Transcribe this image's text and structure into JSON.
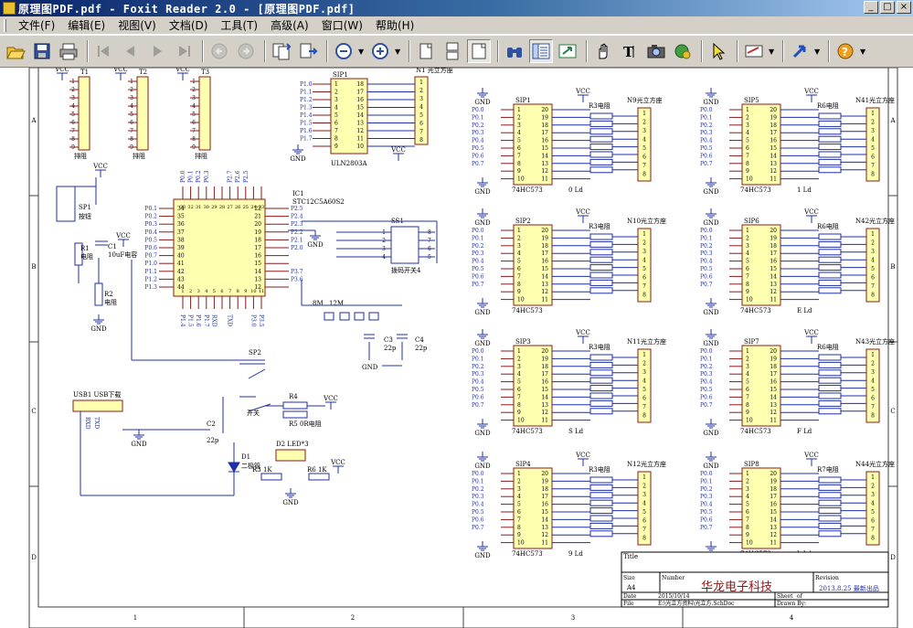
{
  "window": {
    "title": "原理图PDF.pdf - Foxit Reader 2.0 - [原理图PDF.pdf]"
  },
  "menu": [
    "文件(F)",
    "编辑(E)",
    "视图(V)",
    "文档(D)",
    "工具(T)",
    "高级(A)",
    "窗口(W)",
    "帮助(H)"
  ],
  "toolbar_icons": [
    "open-icon",
    "save-icon",
    "print-icon",
    "first-page-icon",
    "prev-page-icon",
    "next-page-icon",
    "last-page-icon",
    "back-icon",
    "forward-icon",
    "copy-page-icon",
    "extract-page-icon",
    "zoom-out-icon",
    "zoom-in-icon",
    "single-page-icon",
    "continuous-icon",
    "facing-icon",
    "binoculars-icon",
    "bookmark-panel-icon",
    "fit-page-icon",
    "hand-tool-icon",
    "text-select-icon",
    "snapshot-icon",
    "image-tool-icon",
    "select-arrow-icon",
    "form-tool-icon",
    "link-tool-icon",
    "help-icon"
  ],
  "schematic": {
    "frame_cols": [
      "1",
      "2",
      "3",
      "4"
    ],
    "frame_rows": [
      "A",
      "B",
      "C",
      "D"
    ],
    "headers_T": [
      "T1",
      "T2",
      "T3"
    ],
    "header_T_caption": "排阻",
    "header_T_pins": [
      "1",
      "2",
      "3",
      "4",
      "5",
      "6",
      "7",
      "8",
      "9"
    ],
    "header_T_left_labels": [
      "P0.0",
      "P0.1",
      "P0.2",
      "P0.3",
      "P0.4",
      "P0.5",
      "P0.6",
      "P0.7"
    ],
    "vcc": "VCC",
    "gnd": "GND",
    "sip1": {
      "name": "SIP1",
      "part": "ULN2803A",
      "left": [
        "P1.0",
        "P1.1",
        "P1.2",
        "P1.3",
        "P1.4",
        "P1.5",
        "P1.6",
        "P1.7"
      ],
      "left_pins": [
        "1",
        "2",
        "3",
        "4",
        "5",
        "6",
        "7",
        "8",
        "9"
      ],
      "right_pins": [
        "18",
        "17",
        "16",
        "15",
        "14",
        "13",
        "12",
        "11",
        "10"
      ]
    },
    "n1": {
      "name": "N1",
      "caption": "光立方座",
      "pins": [
        "1",
        "2",
        "3",
        "4",
        "5",
        "6",
        "7",
        "8"
      ]
    },
    "sp1": {
      "name": "SP1",
      "caption": "按钮"
    },
    "r1": {
      "name": "R1",
      "caption": "电阻"
    },
    "r2": {
      "name": "R2",
      "caption": "电阻"
    },
    "c1": {
      "name": "C1",
      "caption": "10uF电容"
    },
    "ic1": {
      "name": "IC1",
      "part": "STC12C5A60S2",
      "left_pins": [
        "34",
        "35",
        "36",
        "37",
        "38",
        "39",
        "40",
        "41",
        "42",
        "43",
        "44"
      ],
      "left_labels": [
        "P0.1",
        "P0.2",
        "P0.3",
        "P0.4",
        "P0.5",
        "P0.6",
        "P0.7",
        "P1.0",
        "P1.1",
        "P1.2",
        "P1.3"
      ],
      "right_pins": [
        "22",
        "21",
        "20",
        "19",
        "18",
        "17",
        "16",
        "15",
        "14",
        "13",
        "12"
      ],
      "right_labels": [
        "P2.5",
        "P2.4",
        "P2.3",
        "P2.2",
        "P2.1",
        "P2.0",
        "",
        "",
        "P3.7",
        "P3.6",
        ""
      ],
      "top_pins": [
        "33",
        "32",
        "31",
        "30",
        "29",
        "28",
        "27",
        "26",
        "25",
        "24",
        "23"
      ],
      "top_labels": [
        "P0.0",
        "P0.1",
        "P0.2",
        "P0.3",
        "",
        "",
        "P2.7",
        "P2.6",
        "P2.5"
      ],
      "bottom_pins": [
        "1",
        "2",
        "3",
        "4",
        "5",
        "6",
        "7",
        "8",
        "9",
        "10",
        "11"
      ],
      "bottom_labels": [
        "P1.4",
        "P1.5",
        "P1.6",
        "P1.7",
        "RXD",
        "",
        "TXD",
        "",
        "",
        "P3.0",
        "P3.5"
      ]
    },
    "ss1": {
      "name": "SS1",
      "caption": "拨码开关4",
      "pins_l": [
        "1",
        "2",
        "3",
        "4"
      ],
      "pins_r": [
        "8",
        "7",
        "6",
        "5"
      ]
    },
    "crystals": [
      "8M",
      "12M"
    ],
    "c3": {
      "name": "C3",
      "value": "22p"
    },
    "c4": {
      "name": "C4",
      "value": "22p"
    },
    "sp2": {
      "name": "SP2",
      "caption": "开关"
    },
    "r4": {
      "name": "R4"
    },
    "r5": {
      "name": "R5",
      "caption": "0R电阻"
    },
    "usb": {
      "name": "USB1",
      "caption": "USB下载",
      "pins": [
        "RXD",
        "TXD"
      ]
    },
    "c2": {
      "name": "C2",
      "value": "22p"
    },
    "d1": {
      "name": "D1",
      "caption": "二极管"
    },
    "d2": {
      "name": "D2",
      "caption": "LED*3"
    },
    "r3": {
      "name": "R3",
      "value": "1K"
    },
    "r6": {
      "name": "R6",
      "value": "1K"
    },
    "sip_modules": [
      {
        "sip": "SIP1",
        "r": "R3电阻",
        "n": "N9",
        "ncap": "光立方座",
        "extra": "0 Ld"
      },
      {
        "sip": "SIP5",
        "r": "R6电阻",
        "n": "N41",
        "ncap": "光立方座",
        "extra": "1 Ld"
      },
      {
        "sip": "SIP2",
        "r": "R3电阻",
        "n": "N10",
        "ncap": "光立方座",
        "extra": ""
      },
      {
        "sip": "SIP6",
        "r": "R6电阻",
        "n": "N42",
        "ncap": "光立方座",
        "extra": "E Ld"
      },
      {
        "sip": "SIP3",
        "r": "R3电阻",
        "n": "N11",
        "ncap": "光立方座",
        "extra": "S Ld"
      },
      {
        "sip": "SIP7",
        "r": "R6电阻",
        "n": "N43",
        "ncap": "光立方座",
        "extra": "F Ld"
      },
      {
        "sip": "SIP4",
        "r": "R3电阻",
        "n": "N12",
        "ncap": "光立方座",
        "extra": "9 Ld"
      },
      {
        "sip": "SIP8",
        "r": "R7电阻",
        "n": "N44",
        "ncap": "光立方座",
        "extra": "L Ld"
      }
    ],
    "sip_part": "74HC573",
    "sip_left_labels": [
      "P0.0",
      "P0.1",
      "P0.2",
      "P0.3",
      "P0.4",
      "P0.5",
      "P0.6",
      "P0.7"
    ],
    "sip_left_pins": [
      "1",
      "2",
      "3",
      "4",
      "5",
      "6",
      "7",
      "8",
      "9",
      "10"
    ],
    "sip_right_pins": [
      "20",
      "19",
      "18",
      "17",
      "16",
      "15",
      "14",
      "13",
      "12",
      "11"
    ],
    "title_block": {
      "title_label": "Title",
      "size_label": "Size",
      "size": "A4",
      "number_label": "Number",
      "company": "华龙电子科技",
      "revision_label": "Revision",
      "revision": "2013.8.25 最新出品",
      "date_label": "Date",
      "date": "2015/10/14",
      "sheet_label": "Sheet",
      "of_label": "of",
      "file_label": "File",
      "file": "E:\\光立方资料\\光立方.SchDoc",
      "drawn_label": "Drawn By:"
    }
  }
}
